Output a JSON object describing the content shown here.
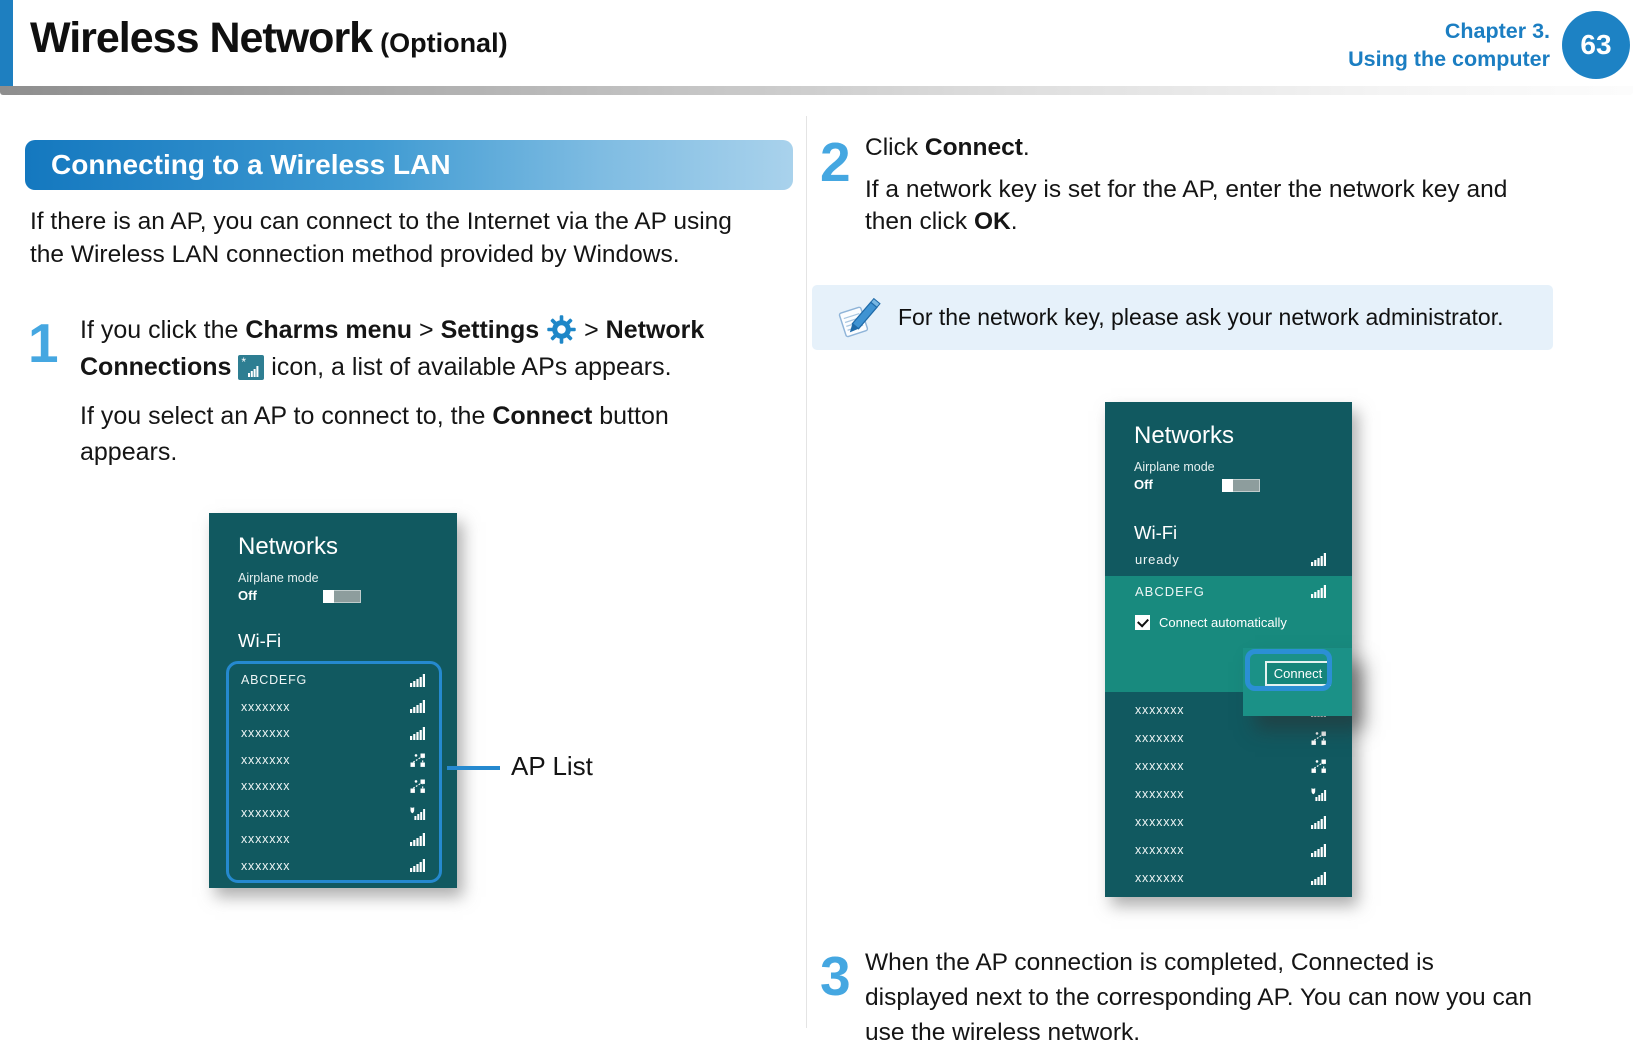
{
  "header": {
    "title": "Wireless Network",
    "title_suffix": "(Optional)",
    "chapter_line1": "Chapter 3.",
    "chapter_line2": "Using the computer",
    "page_number": "63"
  },
  "section": {
    "heading": "Connecting to a Wireless LAN",
    "intro_lines": [
      "If there is an AP, you can connect to the Internet via the AP using",
      "the Wireless LAN connection method provided by Windows."
    ]
  },
  "step1": {
    "number": "1",
    "l1a": "If you click the ",
    "l1b": "Charms menu",
    "l1c": " > ",
    "l1d": "Settings ",
    "l1e": " > ",
    "l1f": "Network",
    "l2a": "Connections ",
    "l2b": " icon, a list of available APs appears.",
    "p2a": "If you select an AP to connect to, the ",
    "p2b": "Connect",
    "p2c": " button appears."
  },
  "step2": {
    "number": "2",
    "p1a": "Click ",
    "p1b": "Connect",
    "p1c": ".",
    "l1": "If a network key is set for the AP, enter the network key and",
    "l2a": "then click ",
    "l2b": "OK",
    "l2c": "."
  },
  "step3": {
    "number": "3",
    "lines": [
      "When the AP connection is completed, Connected is",
      "displayed next to the corresponding AP. You can now you can",
      "use the wireless network."
    ]
  },
  "note": {
    "text": "For the network key, please ask your network administrator."
  },
  "callout": {
    "label": "AP List"
  },
  "panel1": {
    "title": "Networks",
    "airplane_label": "Airplane mode",
    "airplane_state": "Off",
    "wifi_label": "Wi-Fi",
    "rows": [
      {
        "name": "ABCDEFG",
        "icon": "signal-bars"
      },
      {
        "name": "xxxxxxx",
        "icon": "signal-bars"
      },
      {
        "name": "xxxxxxx",
        "icon": "signal-bars"
      },
      {
        "name": "xxxxxxx",
        "icon": "adhoc"
      },
      {
        "name": "xxxxxxx",
        "icon": "adhoc"
      },
      {
        "name": "xxxxxxx",
        "icon": "secure-bars"
      },
      {
        "name": "xxxxxxx",
        "icon": "signal-bars"
      },
      {
        "name": "xxxxxxx",
        "icon": "signal-bars"
      }
    ]
  },
  "panel2": {
    "title": "Networks",
    "airplane_label": "Airplane mode",
    "airplane_state": "Off",
    "wifi_label": "Wi-Fi",
    "top_row": {
      "name": "uready",
      "icon": "signal-bars"
    },
    "selected": {
      "name": "ABCDEFG",
      "icon": "signal-bars",
      "checkbox_label": "Connect automatically",
      "checked": true,
      "connect_label": "Connect"
    },
    "rows": [
      {
        "name": "xxxxxxx",
        "icon": "signal-bars"
      },
      {
        "name": "xxxxxxx",
        "icon": "adhoc"
      },
      {
        "name": "xxxxxxx",
        "icon": "adhoc"
      },
      {
        "name": "xxxxxxx",
        "icon": "secure-bars"
      },
      {
        "name": "xxxxxxx",
        "icon": "signal-bars"
      },
      {
        "name": "xxxxxxx",
        "icon": "signal-bars"
      },
      {
        "name": "xxxxxxx",
        "icon": "signal-bars"
      }
    ]
  },
  "colors": {
    "accent_blue": "#1b7ec2",
    "callout_blue": "#2589cf",
    "panel_teal": "#115960",
    "selected_teal": "#188a7e",
    "note_bg": "#e6f1fa",
    "step_number_blue": "#45a7e1"
  }
}
